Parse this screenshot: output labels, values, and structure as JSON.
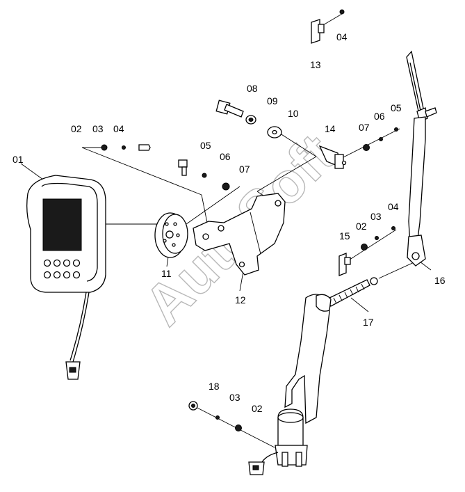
{
  "watermark": "AutoSoft",
  "labels": {
    "l01": "01",
    "l02a": "02",
    "l03a": "03",
    "l04a": "04",
    "l04b": "04",
    "l13": "13",
    "l08": "08",
    "l09": "09",
    "l10": "10",
    "l05a": "05",
    "l06a": "06",
    "l07a": "07",
    "l14": "14",
    "l07b": "07",
    "l06b": "06",
    "l05b": "05",
    "l11": "11",
    "l12": "12",
    "l15": "15",
    "l02b": "02",
    "l03b": "03",
    "l04c": "04",
    "l16": "16",
    "l17": "17",
    "l18": "18",
    "l03c": "03",
    "l02c": "02"
  }
}
